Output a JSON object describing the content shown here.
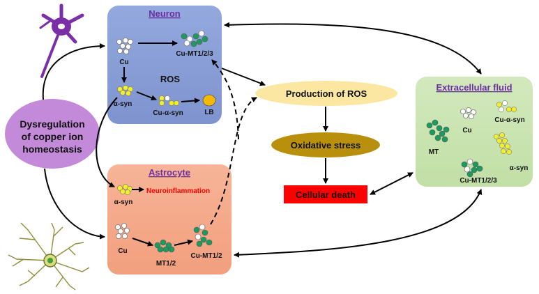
{
  "boxes": {
    "neuron_title": "Neuron",
    "astrocyte_title": "Astrocyte",
    "extracellular_title": "Extracellular fluid",
    "dysregulation_lines": [
      "Dysregulation",
      "of copper ion",
      "homeostasis"
    ],
    "ros_production": "Production of ROS",
    "oxidative_stress": "Oxidative stress",
    "cellular_death": "Cellular death"
  },
  "neuron": {
    "cu": "Cu",
    "cu_mt": "Cu-MT1/2/3",
    "ros": "ROS",
    "asyn": "α-syn",
    "cu_asyn": "Cu-α-syn",
    "lb": "LB"
  },
  "astrocyte": {
    "asyn": "α-syn",
    "neuroinflammation": "Neuroinflammation",
    "cu": "Cu",
    "mt": "MT1/2",
    "cu_mt": "Cu-MT1/2"
  },
  "extracellular": {
    "mt": "MT",
    "cu": "Cu",
    "cu_asyn": "Cu-α-syn",
    "cu_mt": "Cu-MT1/2/3",
    "asyn": "α-syn"
  },
  "colors": {
    "neuron_fill": "#8a9fd6",
    "astrocyte_fill": "#f4ab8c",
    "extracellular_fill": "#c9e3b0",
    "dysregulation_fill": "#c28ad9",
    "ros_fill": "#fbe7a1",
    "oxidative_fill": "#b8900c",
    "death_fill": "#ff0000",
    "title_link": "#6b2fa0",
    "neuroinflammation_text": "#ff0000",
    "copper_green": "#1e9a5e",
    "syn_yellow": "#f2ef2a",
    "lb_orange": "#f5b800",
    "neuron_cell_purple": "#7a2fa8",
    "astro_cell_olive": "#a8b43a"
  },
  "icons": [
    "neuron-cell-icon",
    "astrocyte-cell-icon"
  ]
}
